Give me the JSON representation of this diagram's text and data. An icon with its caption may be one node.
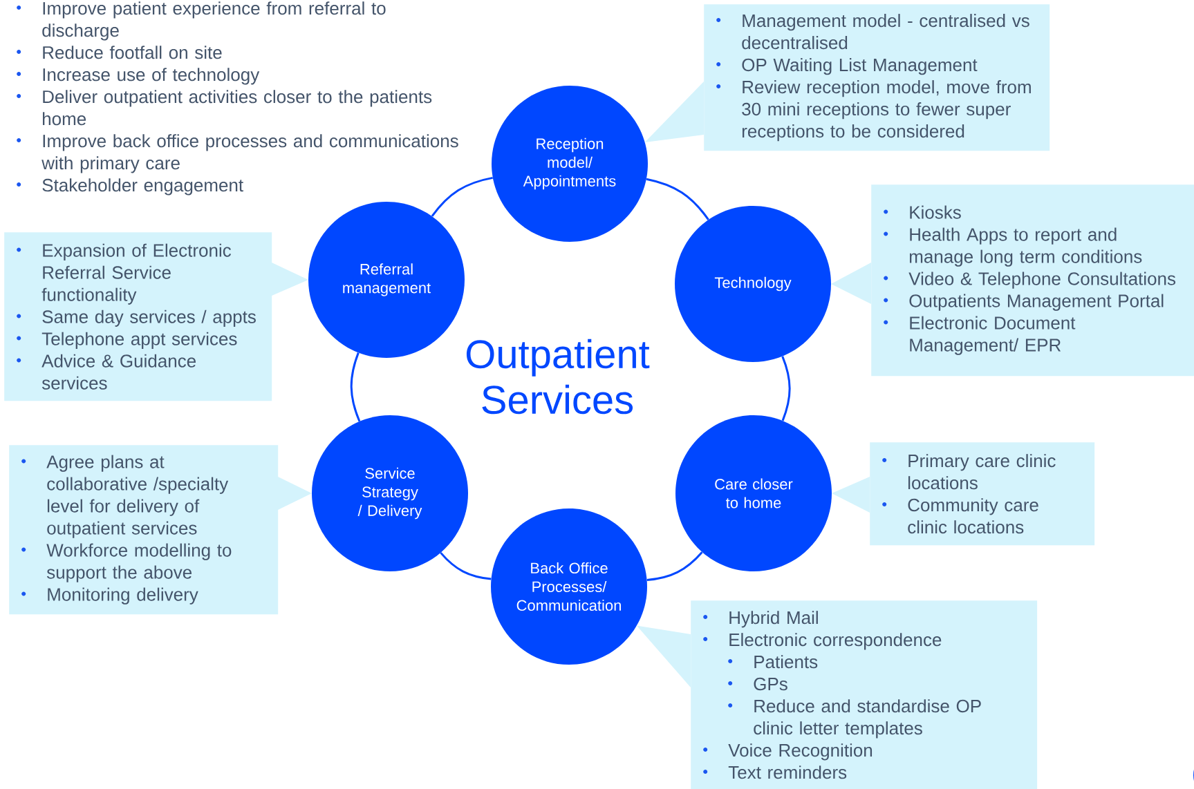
{
  "diagram": {
    "title": "Outpatient Services",
    "nodes": [
      {
        "text": [
          "Reception model/ Appointments"
        ]
      },
      {
        "text": [
          "Referral management"
        ]
      },
      {
        "text": [
          "Technology"
        ]
      },
      {
        "text": [
          "Service Strategy / Delivery"
        ]
      },
      {
        "text": [
          "Care closer to home"
        ]
      },
      {
        "text": [
          "Back Office Processes/ Communication"
        ]
      },
      {
        "text": [
          "Management model - centralised vs decentralised",
          "OP Waiting List Management",
          "Review reception model, move from 30 mini receptions to fewer super receptions to be considered"
        ]
      },
      {
        "text": [
          "Kiosks",
          "Health Apps to report and manage long term conditions",
          "Video & Telephone Consultations",
          "Outpatients Management Portal",
          "Electronic Document Management/ EPR"
        ]
      },
      {
        "text": [
          "Expansion of Electronic Referral Service functionality",
          "Same day services / appts",
          "Telephone appt services",
          "Advice & Guidance services"
        ]
      },
      {
        "text": [
          "Agree plans at collaborative /specialty level for delivery of outpatient services",
          "Workforce modelling to support the above",
          "Monitoring delivery"
        ]
      },
      {
        "text": [
          "Primary  care clinic locations",
          "Community care clinic locations"
        ]
      },
      {
        "text": [
          "Hybrid Mail",
          "Electronic correspondence",
          "Patients",
          "GPs",
          "Reduce and standardise OP clinic letter templates",
          "Voice Recognition",
          "Text reminders"
        ]
      }
    ],
    "edges": [
      {
        "from": 0,
        "to": 2,
        "arrow": "none"
      },
      {
        "from": 2,
        "to": 4,
        "arrow": "none"
      },
      {
        "from": 4,
        "to": 5,
        "arrow": "none"
      },
      {
        "from": 5,
        "to": 3,
        "arrow": "none"
      },
      {
        "from": 3,
        "to": 1,
        "arrow": "none"
      },
      {
        "from": 1,
        "to": 0,
        "arrow": "none"
      }
    ],
    "labels": [
      "Improve patient experience from referral to discharge",
      "Reduce footfall on site",
      "Increase use of  technology",
      "Deliver outpatient activities closer to the patients home",
      "Improve back office processes and communications with primary care",
      "Stakeholder engagement"
    ]
  }
}
